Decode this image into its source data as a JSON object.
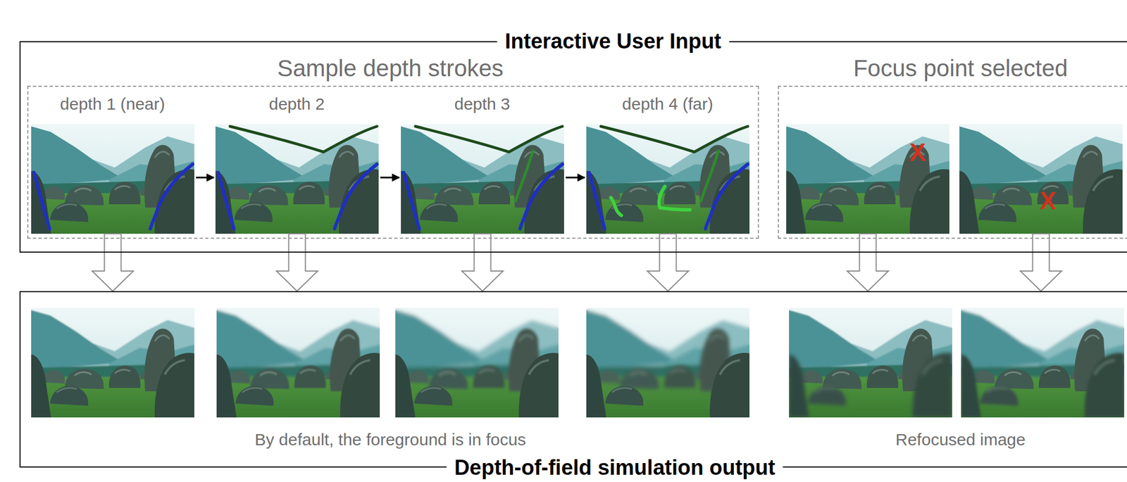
{
  "diagram": {
    "nodes": [
      {
        "text": [
          "Interactive User Input"
        ]
      },
      {
        "text": [
          "Sample depth strokes"
        ],
        "in": 0
      },
      {
        "text": [
          "depth 1 (near)"
        ],
        "in": 1
      },
      {
        "text": [
          "depth 2"
        ],
        "in": 1
      },
      {
        "text": [
          "depth 3"
        ],
        "in": 1
      },
      {
        "text": [
          "depth 4 (far)"
        ],
        "in": 1
      },
      {
        "text": [
          "Focus point selected"
        ],
        "in": 0
      },
      {
        "text": [
          "X"
        ],
        "in": 6
      },
      {
        "text": [
          "X"
        ],
        "in": 6
      },
      {
        "text": [
          "Depth-of-field simulation output"
        ]
      }
    ],
    "edges": [
      {
        "from": 2,
        "to": 3,
        "arrow": "to"
      },
      {
        "from": 3,
        "to": 4,
        "arrow": "to"
      },
      {
        "from": 4,
        "to": 5,
        "arrow": "to"
      },
      {
        "from": 2,
        "to": 9,
        "arrow": "to"
      },
      {
        "from": 3,
        "to": 9,
        "arrow": "to"
      },
      {
        "from": 4,
        "to": 9,
        "arrow": "to"
      },
      {
        "from": 5,
        "to": 9,
        "arrow": "to"
      },
      {
        "from": 7,
        "to": 9,
        "arrow": "to"
      },
      {
        "from": 8,
        "to": 9,
        "arrow": "to"
      }
    ],
    "labels": [
      "By default, the foreground is in focus",
      "Refocused image"
    ]
  }
}
